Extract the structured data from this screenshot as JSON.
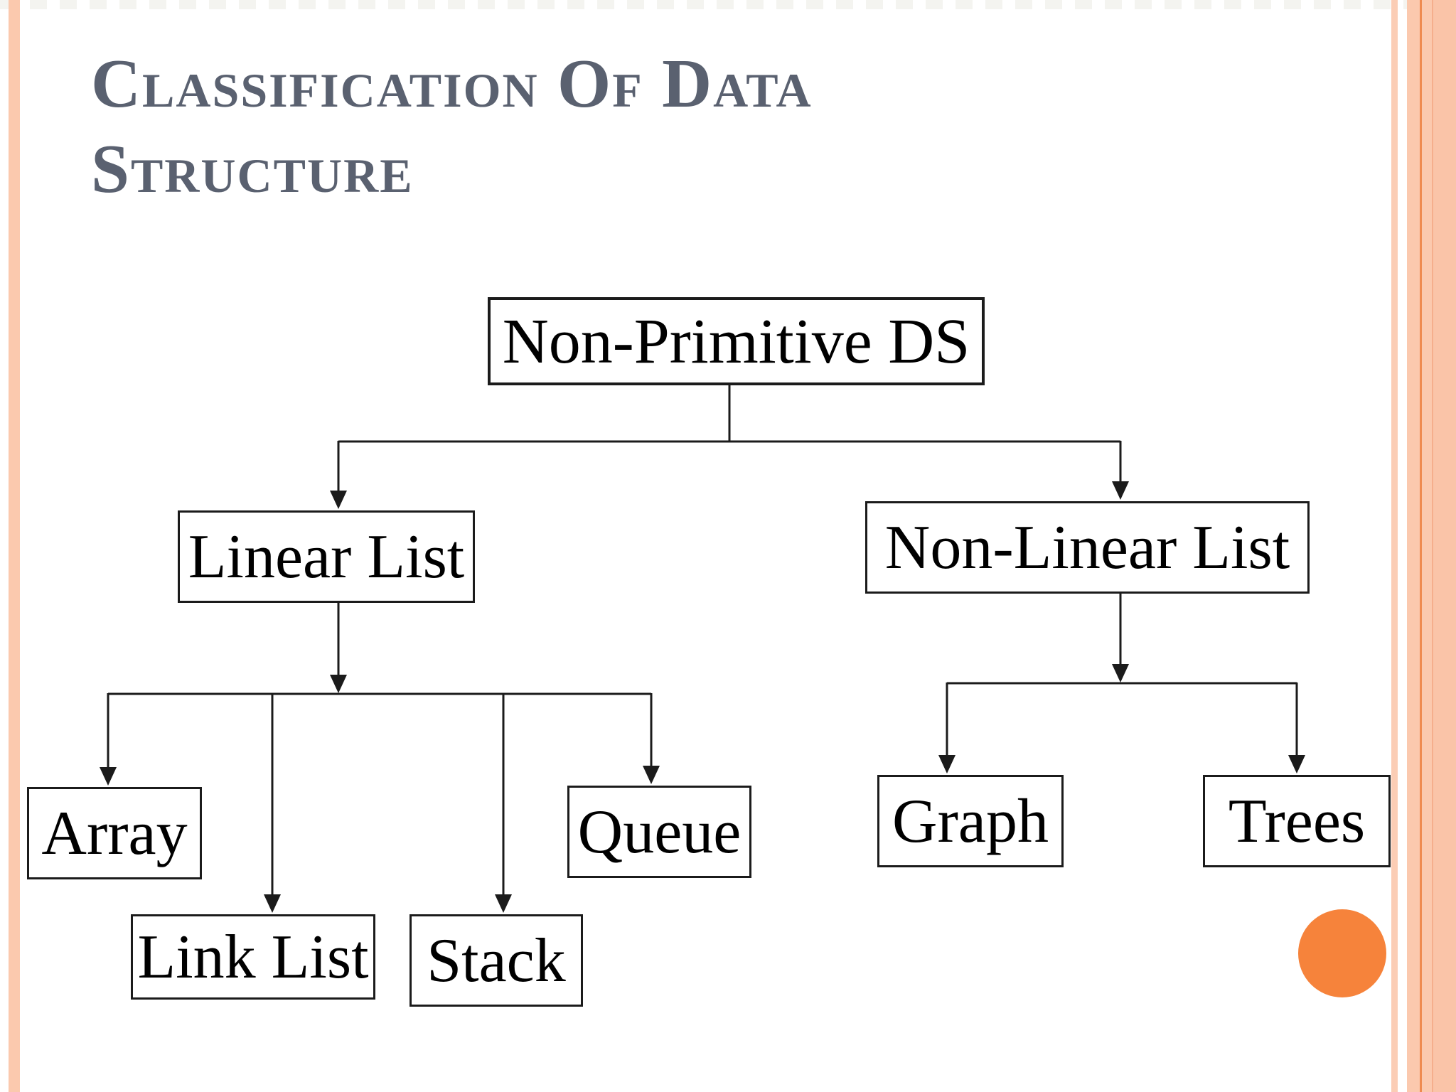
{
  "title": {
    "line1": "Classification Of Data",
    "line2": "Structure",
    "display_text": "CLASSIFICATION OF DATA STRUCTURE"
  },
  "nodes": {
    "root": "Non-Primitive DS",
    "linear_list": "Linear List",
    "non_linear_list": "Non-Linear List",
    "array": "Array",
    "link_list": "Link List",
    "stack": "Stack",
    "queue": "Queue",
    "graph": "Graph",
    "trees": "Trees"
  },
  "hierarchy": {
    "Non-Primitive DS": [
      "Linear List",
      "Non-Linear List"
    ],
    "Linear List": [
      "Array",
      "Link List",
      "Stack",
      "Queue"
    ],
    "Non-Linear List": [
      "Graph",
      "Trees"
    ]
  },
  "colors": {
    "title_color": "#5a6170",
    "line_color": "#1b1b1b",
    "accent_circle": "#f6833b",
    "stripe_salmon": "#fbc9ae",
    "stripe_salmon_light": "#fbcdb5",
    "stripe_salmon_mid": "#f5ae8c",
    "stripe_salmon_deep": "#fac4a8",
    "stripe_orange_line": "#ef8b50"
  }
}
